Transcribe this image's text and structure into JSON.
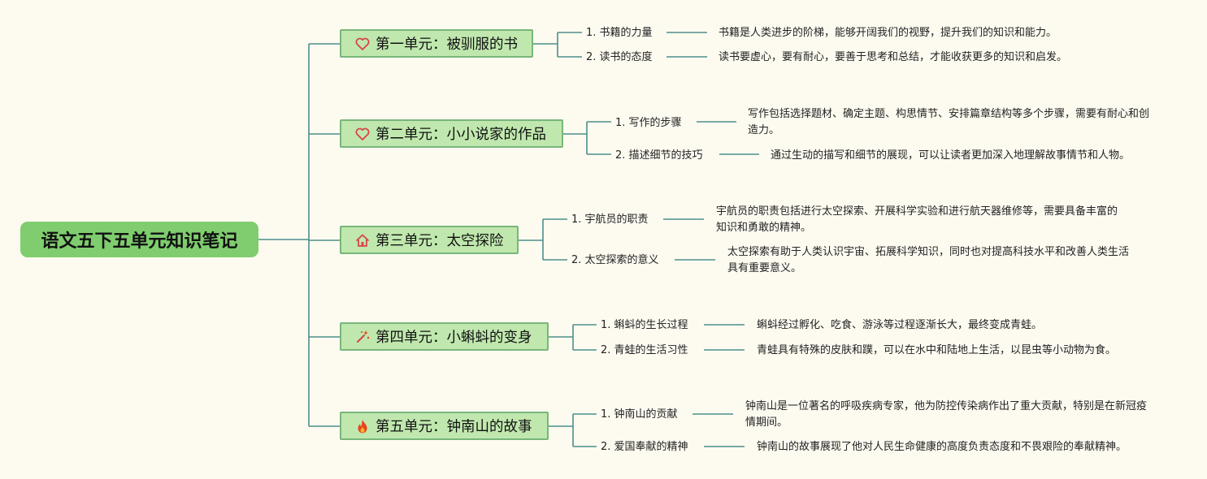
{
  "title": "语文五下五单元知识笔记",
  "colors": {
    "background": "#fdfbf0",
    "root_fill": "#7fcd6e",
    "unit_fill": "#c0e8ae",
    "unit_border": "#78b67a",
    "connector": "#4d8f8a",
    "icon_heart": "#d64545",
    "icon_fire": "#e8451c"
  },
  "units": [
    {
      "label": "第一单元：被驯服的书",
      "icon": "heart-icon",
      "topics": [
        {
          "label": "1. 书籍的力量",
          "desc": "书籍是人类进步的阶梯，能够开阔我们的视野，提升我们的知识和能力。"
        },
        {
          "label": "2. 读书的态度",
          "desc": "读书要虚心，要有耐心，要善于思考和总结，才能收获更多的知识和启发。"
        }
      ]
    },
    {
      "label": "第二单元：小小说家的作品",
      "icon": "heart-icon",
      "topics": [
        {
          "label": "1. 写作的步骤",
          "desc": "写作包括选择题材、确定主题、构思情节、安排篇章结构等多个步骤，需要有耐心和创造力。"
        },
        {
          "label": "2. 描述细节的技巧",
          "desc": "通过生动的描写和细节的展现，可以让读者更加深入地理解故事情节和人物。"
        }
      ]
    },
    {
      "label": "第三单元：太空探险",
      "icon": "house-icon",
      "topics": [
        {
          "label": "1. 宇航员的职责",
          "desc": "宇航员的职责包括进行太空探索、开展科学实验和进行航天器维修等，需要具备丰富的知识和勇敢的精神。"
        },
        {
          "label": "2. 太空探索的意义",
          "desc": "太空探索有助于人类认识宇宙、拓展科学知识，同时也对提高科技水平和改善人类生活具有重要意义。"
        }
      ]
    },
    {
      "label": "第四单元：小蝌蚪的变身",
      "icon": "magic-wand-icon",
      "topics": [
        {
          "label": "1. 蝌蚪的生长过程",
          "desc": "蝌蚪经过孵化、吃食、游泳等过程逐渐长大，最终变成青蛙。"
        },
        {
          "label": "2. 青蛙的生活习性",
          "desc": "青蛙具有特殊的皮肤和蹼，可以在水中和陆地上生活，以昆虫等小动物为食。"
        }
      ]
    },
    {
      "label": "第五单元：钟南山的故事",
      "icon": "fire-icon",
      "topics": [
        {
          "label": "1. 钟南山的贡献",
          "desc": "钟南山是一位著名的呼吸疾病专家，他为防控传染病作出了重大贡献，特别是在新冠疫情期间。"
        },
        {
          "label": "2. 爱国奉献的精神",
          "desc": "钟南山的故事展现了他对人民生命健康的高度负责态度和不畏艰险的奉献精神。"
        }
      ]
    }
  ]
}
